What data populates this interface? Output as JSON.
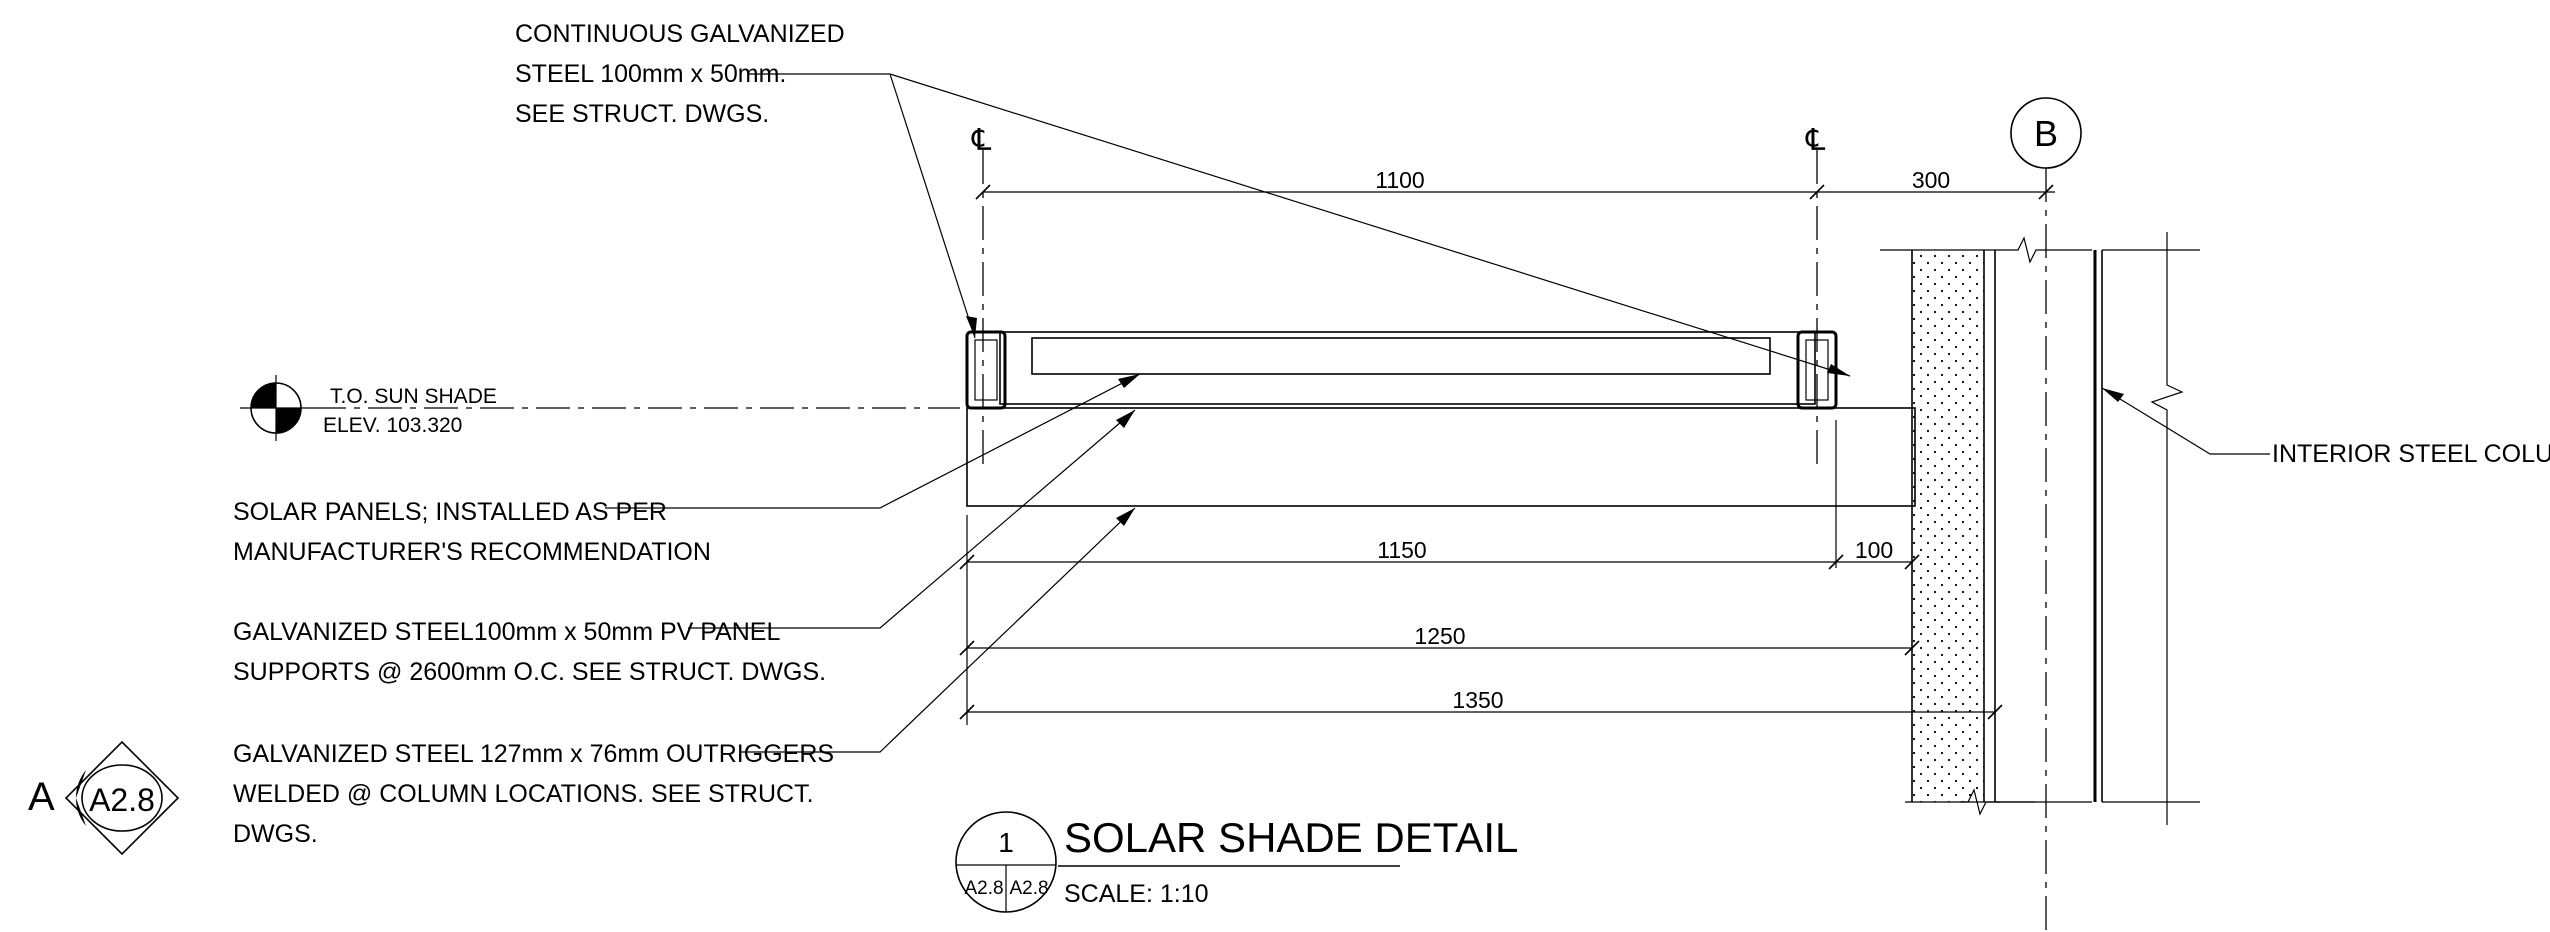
{
  "notes": {
    "continuous_steel": [
      "CONTINUOUS GALVANIZED",
      "STEEL 100mm x 50mm.",
      "SEE STRUCT. DWGS."
    ],
    "solar_panels": [
      "SOLAR PANELS; INSTALLED AS PER",
      "MANUFACTURER'S RECOMMENDATION"
    ],
    "pv_supports": [
      "GALVANIZED STEEL100mm x 50mm PV PANEL",
      "SUPPORTS @ 2600mm O.C. SEE STRUCT. DWGS."
    ],
    "outriggers": [
      "GALVANIZED STEEL 127mm x 76mm OUTRIGGERS",
      "WELDED @ COLUMN LOCATIONS. SEE STRUCT.",
      "DWGS."
    ],
    "interior_column": "INTERIOR STEEL COLUMN"
  },
  "elevation": {
    "line1": "T.O. SUN SHADE",
    "line2": "ELEV. 103.320"
  },
  "dimensions": {
    "d1100": "1100",
    "d300": "300",
    "d1150": "1150",
    "d100": "100",
    "d1250": "1250",
    "d1350": "1350"
  },
  "centerline_symbol": "℄",
  "grid_bubble": "B",
  "section_marker": {
    "letter": "A",
    "sheet": "A2.8"
  },
  "title_block": {
    "number": "1",
    "sheet_left": "A2.8",
    "sheet_right": "A2.8",
    "title": "SOLAR SHADE DETAIL",
    "scale": "SCALE: 1:10"
  }
}
